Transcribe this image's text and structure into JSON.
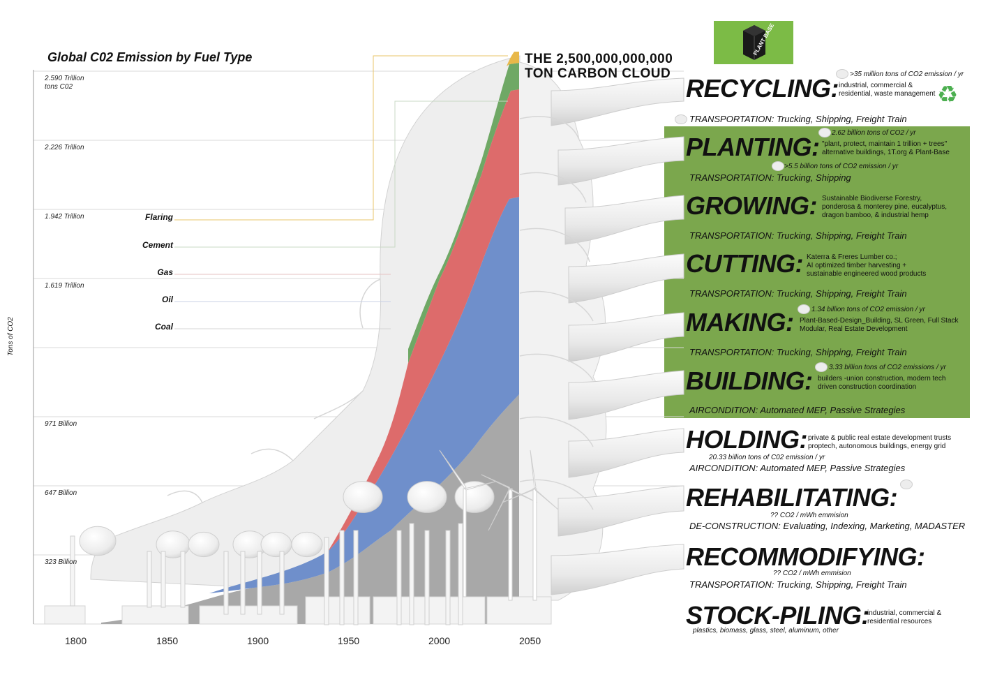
{
  "chart_data": {
    "type": "area",
    "title": "Global C02 Emission by Fuel Type",
    "ylabel": "Tons of CO2",
    "y_ticks": [
      "2.590 Trillion tons C02",
      "2.226 Trillion",
      "1.942 Trillion",
      "1.619 Trillion",
      "971 Billion",
      "647 Billion",
      "323 Billion"
    ],
    "x_ticks": [
      "1800",
      "1850",
      "1900",
      "1950",
      "2000",
      "2050"
    ],
    "series": [
      {
        "name": "Coal",
        "color": "#a8a8a8"
      },
      {
        "name": "Oil",
        "color": "#6f8fcb"
      },
      {
        "name": "Gas",
        "color": "#dd6b6b"
      },
      {
        "name": "Cement",
        "color": "#6fa865"
      },
      {
        "name": "Flaring",
        "color": "#e8b84a"
      }
    ],
    "legend_placement": "left, stacked labels with leader lines",
    "grid": true
  },
  "chart_title": "Global C02 Emission by Fuel Type",
  "axis_title": "Tons of CO2",
  "y_labels": [
    {
      "line1": "2.590 Trillion",
      "line2": "tons C02"
    },
    {
      "line1": "2.226 Trillion",
      "line2": ""
    },
    {
      "line1": "1.942 Trillion",
      "line2": ""
    },
    {
      "line1": "1.619 Trillion",
      "line2": ""
    },
    {
      "line1": "971 Billion",
      "line2": ""
    },
    {
      "line1": "647 Billion",
      "line2": ""
    },
    {
      "line1": "323 Billion",
      "line2": ""
    }
  ],
  "fuel_labels": [
    "Flaring",
    "Cement",
    "Gas",
    "Oil",
    "Coal"
  ],
  "x_labels": [
    "1800",
    "1850",
    "1900",
    "1950",
    "2000",
    "2050"
  ],
  "cloud_title": {
    "line1": "THE 2,500,000,000,000",
    "line2": "TON CARBON CLOUD"
  },
  "logo_text": "PLANT BASE",
  "colors": {
    "green_panel": "#7ba74d",
    "logo_bg": "#7cbb46",
    "coal": "#a8a8a8",
    "oil": "#6f8fcb",
    "gas": "#dd6b6b",
    "cement": "#6fa865",
    "flaring": "#e8b84a",
    "recycle": "#4caf50"
  },
  "stages": [
    {
      "title": "RECYCLING:",
      "emission": ">35 million tons of CO2 emission / yr",
      "desc": [
        "industrial, commercial &",
        "residential, waste management"
      ],
      "transport": "TRANSPORTATION: Trucking, Shipping, Freight Train"
    },
    {
      "title": "PLANTING:",
      "emission": "2.62 billion tons of CO2 / yr",
      "desc": [
        "\"plant, protect, maintain 1 trillion + trees\"",
        "alternative buildings, 1T.org & Plant-Base"
      ],
      "transport": "TRANSPORTATION: Trucking, Shipping"
    },
    {
      "title": "GROWING:",
      "emission": ">5.5  billion tons of  CO2 emission / yr",
      "desc": [
        "Sustainable Biodiverse Forestry,",
        "ponderosa & monterey pine, eucalyptus,",
        "dragon bamboo, & industrial hemp"
      ],
      "transport": "TRANSPORTATION: Trucking, Shipping, Freight Train"
    },
    {
      "title": "CUTTING:",
      "emission": "",
      "desc": [
        "Katerra & Freres Lumber co.;",
        "AI optimized timber harvesting +",
        "sustainable engineered wood products"
      ],
      "transport": "TRANSPORTATION: Trucking, Shipping, Freight Train"
    },
    {
      "title": "MAKING:",
      "emission": "1.34 billion tons of CO2 emission / yr",
      "desc": [
        "Plant-Based-Design_Building, SL Green, Full Stack",
        "Modular, Real Estate Development"
      ],
      "transport": "TRANSPORTATION: Trucking, Shipping, Freight Train"
    },
    {
      "title": "BUILDING:",
      "emission": "3.33 billion tons of CO2 emissions / yr",
      "desc": [
        "builders -union construction, modern tech",
        "driven construction coordination"
      ],
      "transport": "AIRCONDITION: Automated MEP, Passive Strategies"
    },
    {
      "title": "HOLDING:",
      "emission": "20.33 billion tons of  C02 emission / yr",
      "desc": [
        "private & public real estate development trusts",
        "proptech, autonomous buildings, energy grid"
      ],
      "transport": "AIRCONDITION: Automated MEP, Passive Strategies"
    },
    {
      "title": "REHABILITATING:",
      "emission": "?? CO2 / mWh emmision",
      "desc": [],
      "transport": "DE-CONSTRUCTION: Evaluating, Indexing, Marketing, MADASTER"
    },
    {
      "title": "RECOMMODIFYING:",
      "emission": "?? CO2 / mWh emmision",
      "desc": [],
      "transport": "TRANSPORTATION: Trucking, Shipping, Freight Train"
    },
    {
      "title": "STOCK-PILING:",
      "emission": "",
      "desc": [
        "industrial, commercial &",
        "residential resources"
      ],
      "transport": "plastics, biomass, glass, steel, aluminum, other"
    }
  ]
}
